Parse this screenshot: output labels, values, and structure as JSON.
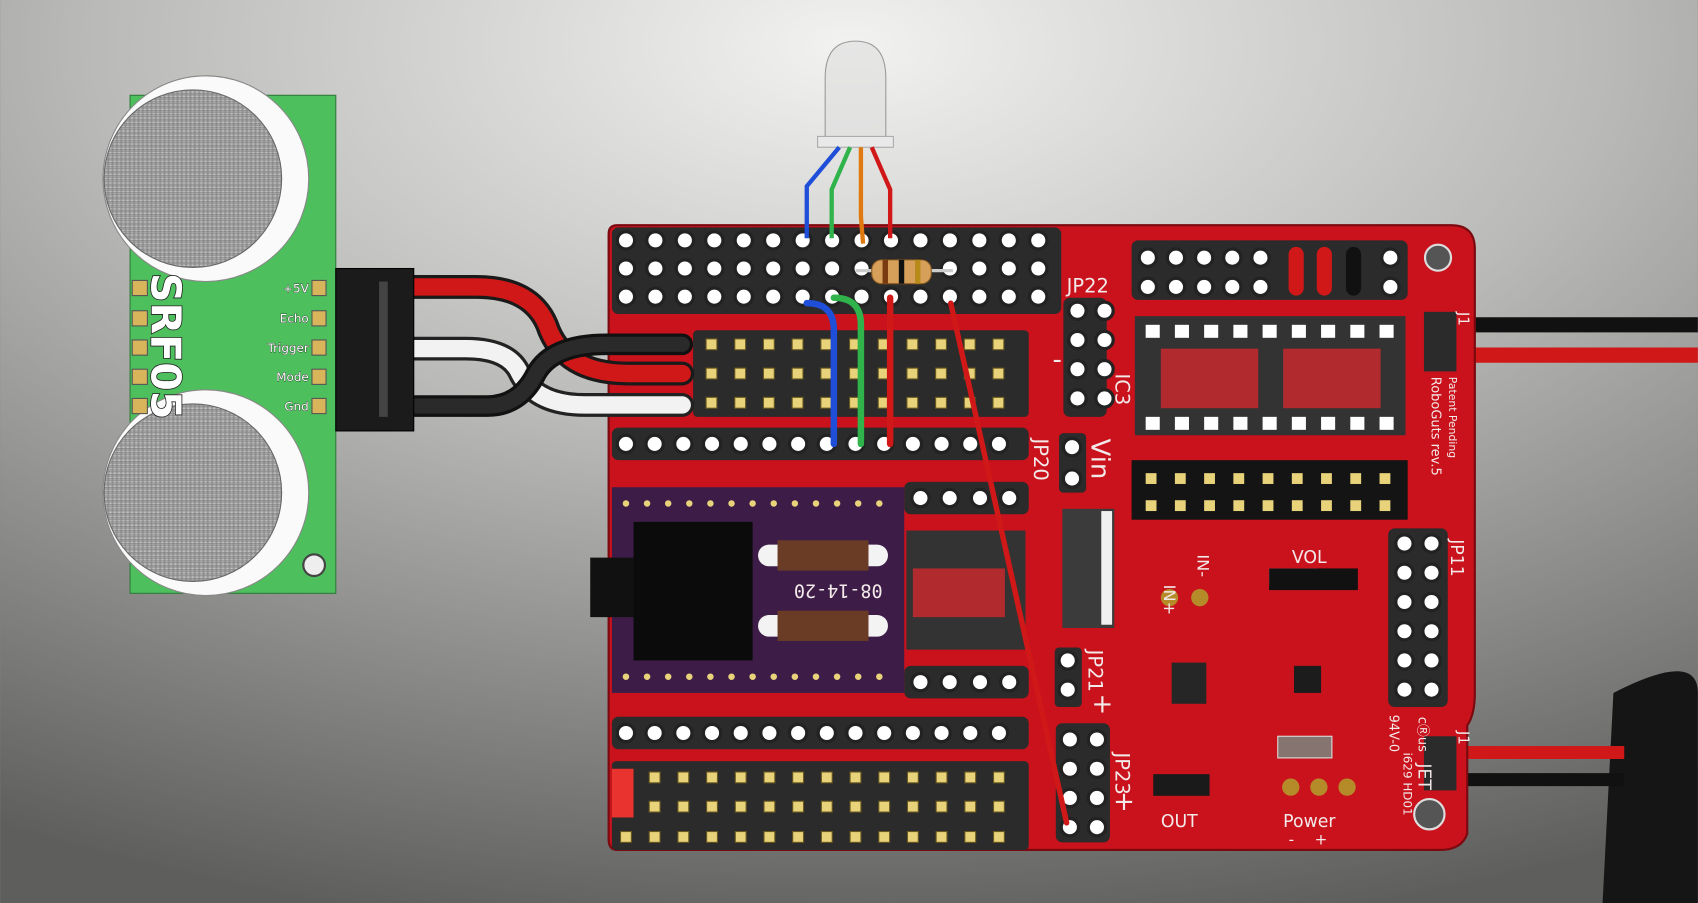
{
  "colors": {
    "board_red": "#c9121c",
    "sensor_green": "#4dbf5c",
    "module_purple": "#3d1d48",
    "wire_red": "#d01818",
    "wire_black": "#1a1a1a",
    "wire_white": "#f2f2f2",
    "wire_blue": "#1f4fd8",
    "wire_green": "#2fb34a",
    "wire_orange": "#e07a10"
  },
  "sensor": {
    "name": "SRF05",
    "pins": [
      "+5V",
      "Echo",
      "Trigger",
      "Mode",
      "Gnd"
    ]
  },
  "module": {
    "label": "08-14-20"
  },
  "board": {
    "labels": {
      "jp22": "JP22",
      "jp20": "JP20",
      "vin": "Vin",
      "ic3": "IC3",
      "jp21": "JP21",
      "jp23": "JP23",
      "jp11": "JP11",
      "in_plus": "IN+",
      "in_minus": "IN-",
      "vol": "VOL",
      "out": "OUT",
      "power": "Power",
      "power_minus": "-",
      "power_plus": "+",
      "j1_top": "J1",
      "j1_bottom": "J1",
      "brand": "RoboGuts rev.5",
      "patent": "Patent Pending",
      "jet": "JET",
      "rating": "94V-0",
      "code": "i629 HD01",
      "ul": "cⓇus",
      "plus_jp21": "+",
      "plus_jp23": "+",
      "minus": "-"
    }
  }
}
